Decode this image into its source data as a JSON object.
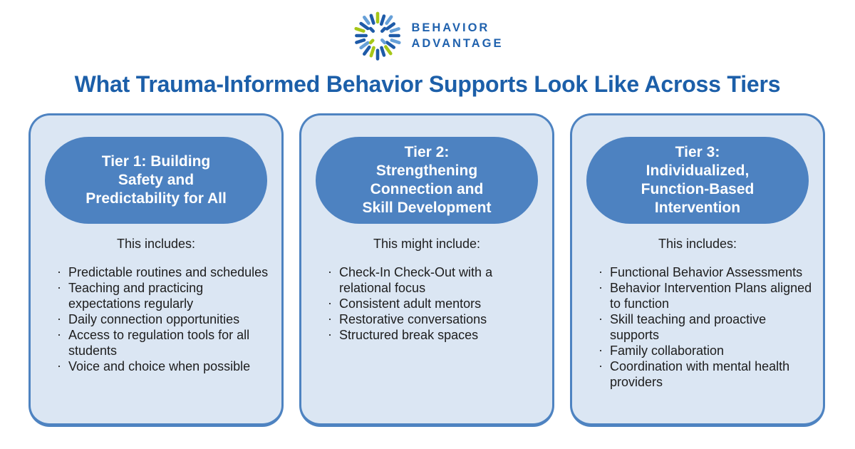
{
  "logo": {
    "icon": "starburst-icon",
    "line1": "BEHAVIOR",
    "line2": "ADVANTAGE",
    "colors": {
      "dark_blue": "#1e5ba8",
      "light_blue": "#66a0d8",
      "green": "#a6c617",
      "wordmark_blue": "#2062ae"
    }
  },
  "title": "What Trauma-Informed Behavior Supports Look Like Across Tiers",
  "theme": {
    "title_blue": "#1c5fa9",
    "card_background": "#dbe6f3",
    "card_border": "#4e83c1",
    "pill_background": "#4d82c1",
    "pill_text": "#ffffff",
    "body_text": "#1d1d1d",
    "page_background": "#ffffff"
  },
  "cards": [
    {
      "header_lines": [
        "Tier 1: Building",
        "Safety and",
        "Predictability for All"
      ],
      "intro": "This includes:",
      "bullets": [
        "Predictable routines and schedules",
        "Teaching and practicing expectations regularly",
        "Daily connection opportunities",
        "Access to regulation tools for all students",
        "Voice and choice when possible"
      ]
    },
    {
      "header_lines": [
        "Tier 2:",
        "Strengthening",
        "Connection and",
        "Skill Development"
      ],
      "intro": "This might include:",
      "bullets": [
        "Check-In Check-Out with a relational focus",
        "Consistent adult mentors",
        "Restorative conversations",
        "Structured break spaces"
      ]
    },
    {
      "header_lines": [
        "Tier 3:",
        "Individualized,",
        "Function-Based",
        "Intervention"
      ],
      "intro": "This includes:",
      "bullets": [
        "Functional Behavior Assessments",
        "Behavior Intervention Plans aligned to function",
        "Skill teaching and proactive supports",
        "Family collaboration",
        "Coordination with mental health providers"
      ]
    }
  ]
}
